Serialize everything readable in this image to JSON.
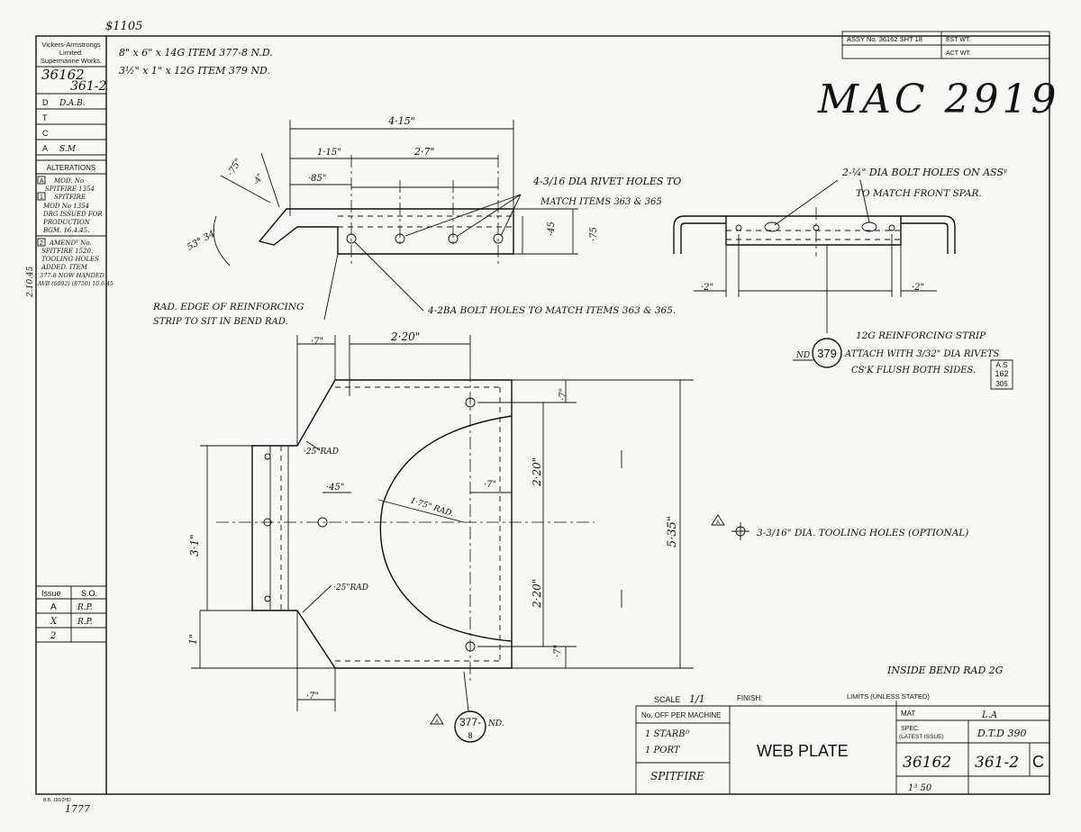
{
  "corner_note": "$1105",
  "header_box": {
    "company": [
      "Vickers-Armstrongs",
      "Limited.",
      "Supermarine Works."
    ],
    "drawing_no": "36162",
    "sheet_no": "361-2",
    "rows": [
      {
        "letter": "D",
        "value": "D.A.B."
      },
      {
        "letter": "T",
        "value": ""
      },
      {
        "letter": "C",
        "value": ""
      },
      {
        "letter": "A",
        "value": "S.M"
      }
    ]
  },
  "alterations": {
    "title": "ALTERATIONS",
    "entries": [
      {
        "marker": "A",
        "lines": [
          "MOD. No",
          "SPITFIRE 1354"
        ]
      },
      {
        "marker": "1",
        "lines": [
          "SPITFIRE",
          "MOD No 1354",
          "DRG ISSUED FOR",
          "PRODUCTION",
          "BGM. 16.4.45."
        ]
      },
      {
        "marker": "2",
        "lines": [
          "AMENDᵀ No.",
          "SPITFIRE 1520.",
          "TOOLING HOLES",
          "ADDED. ITEM",
          "377-8 NOW HANDED",
          "AVB (6092) (8750) 10.6.45"
        ]
      }
    ],
    "side_note": "2.10.45"
  },
  "issue_table": {
    "headers": [
      "Issue",
      "S.O."
    ],
    "rows": [
      [
        "A",
        "R.P."
      ],
      [
        "X",
        "R.P."
      ],
      [
        "2",
        ""
      ]
    ]
  },
  "material_notes": [
    "8\" x 6\" x 14G   ITEM 377-8 N.D.",
    "3½\" x 1\" x 12G   ITEM 379  ND."
  ],
  "top_right_box": {
    "assy": "ASSY No. 36162  SHT 18",
    "est_wt": "EST WT.",
    "act_wt": "ACT WT."
  },
  "handwritten_ref": "MAC 2919",
  "dimensions": {
    "d415": "4·15\"",
    "d115": "1·15\"",
    "d27": "2·7\"",
    "d085": "·85\"",
    "d075a": "·75\"",
    "d04": "·4\"",
    "d045a": "·45",
    "d075b": "·75",
    "angle": "53° 34'",
    "d07top": "·7\"",
    "d220h": "2·20\"",
    "d07right": "·7\"",
    "d025rad_top": "·25\"RAD",
    "d025rad_bot": "·25\"RAD",
    "d045b": "·45\"",
    "d07inner": "·7\"",
    "d175rad": "1·75\" RAD.",
    "d220v_top": "2·20\"",
    "d220v_bot": "2·20\"",
    "d31": "3·1\"",
    "d1": "1\"",
    "d535": "5·35\"",
    "d07bottom": "·7\"",
    "d07rbot": "·7\"",
    "d02left": "·2\"",
    "d02right": "·2\""
  },
  "notes": {
    "rivet_holes": [
      "4-3/16 DIA RIVET HOLES TO",
      "MATCH ITEMS 363 & 365"
    ],
    "bolt_holes_2ba": "4-2BA BOLT HOLES TO MATCH ITEMS 363 & 365.",
    "rad_edge": [
      "RAD. EDGE OF REINFORCING",
      "STRIP TO SIT IN BEND RAD."
    ],
    "bolt_holes_quarter": [
      "2-¼\" DIA BOLT HOLES ON ASSʸ",
      "TO MATCH FRONT SPAR."
    ],
    "reinforcing": [
      "12G REINFORCING STRIP",
      "ATTACH WITH 3/32\" DIA RIVETS",
      "CS'K FLUSH BOTH SIDES."
    ],
    "tooling_holes": "3-3/16\" DIA. TOOLING HOLES (OPTIONAL)",
    "tooling_marker": "A",
    "inside_bend": "INSIDE BEND RAD 2G",
    "nd_label": "ND",
    "balloon_379": "379",
    "as_ref": [
      "A.S",
      "162",
      "305"
    ],
    "balloon_377": [
      "377-",
      "8"
    ],
    "nd_377": "ND.",
    "marker_377": "A"
  },
  "title_block": {
    "scale_label": "SCALE",
    "scale_value": "1/1",
    "finish_label": "FINISH:",
    "limits_label": "LIMITS (UNLESS STATED)",
    "no_off_label": "No. OFF PER MACHINE",
    "no_off_rows": [
      "1  STARBᴰ",
      "1  PORT"
    ],
    "aircraft": "SPITFIRE",
    "title": "WEB PLATE",
    "mat_label": "MAT",
    "mat_value": "L.A",
    "spec_label": [
      "SPEC.",
      "(LATEST ISSUE)"
    ],
    "spec_value": "D.T.D 390",
    "drawing_no": "36162",
    "part_no": "361-2",
    "issue_letter": "C",
    "bottom_note": "1³ 50"
  },
  "footer": {
    "small": "B.B. 100/2HD",
    "number": "1777"
  }
}
